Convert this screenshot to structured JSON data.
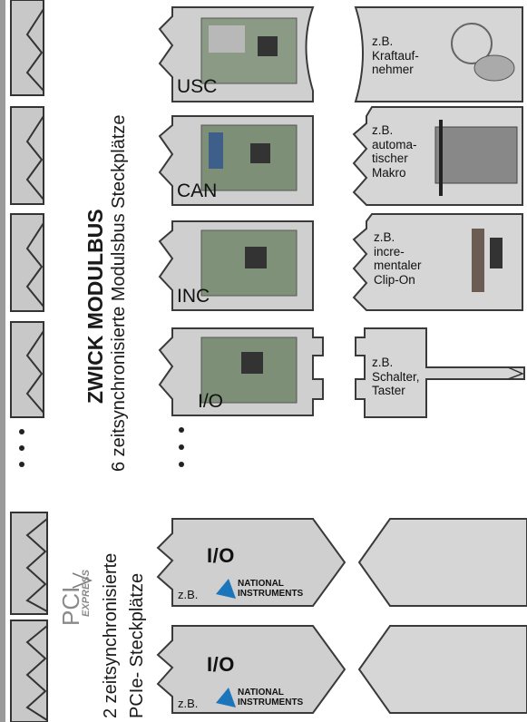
{
  "modulbus": {
    "title": "ZWICK MODULBUS",
    "subtitle": "6 zeitsynchronisierte Modulsbus Steckplätze",
    "cards": [
      {
        "label": "USC",
        "sensor_lines": [
          "z.B.",
          "Kraftauf-",
          "nehmer"
        ]
      },
      {
        "label": "CAN",
        "sensor_lines": [
          "z.B.",
          "automa-",
          "tischer",
          "Makro"
        ]
      },
      {
        "label": "INC",
        "sensor_lines": [
          "z.B.",
          "incre-",
          "mentaler",
          "Clip-On"
        ]
      },
      {
        "label": "I/O",
        "sensor_lines": [
          "z.B.",
          "Schalter,",
          "Taster"
        ]
      }
    ]
  },
  "pcie": {
    "logo_pci": "PCI",
    "logo_express": "EXPRESS",
    "subtitle_line1": "2 zeitsynchronisierte",
    "subtitle_line2": "PCIe- Steckplätze",
    "cards": [
      {
        "label": "I/O",
        "vendor_prefix": "z.B.",
        "vendor_line1": "NATIONAL",
        "vendor_line2": "INSTRUMENTS"
      },
      {
        "label": "I/O",
        "vendor_prefix": "z.B.",
        "vendor_line1": "NATIONAL",
        "vendor_line2": "INSTRUMENTS"
      }
    ]
  },
  "colors": {
    "card_fill": "#cfcfcf",
    "card_stroke": "#3a3a3a",
    "sensor_fill": "#d6d6d6",
    "strip_fill": "#bdbdbd",
    "ni_blue": "#1b75bb"
  }
}
